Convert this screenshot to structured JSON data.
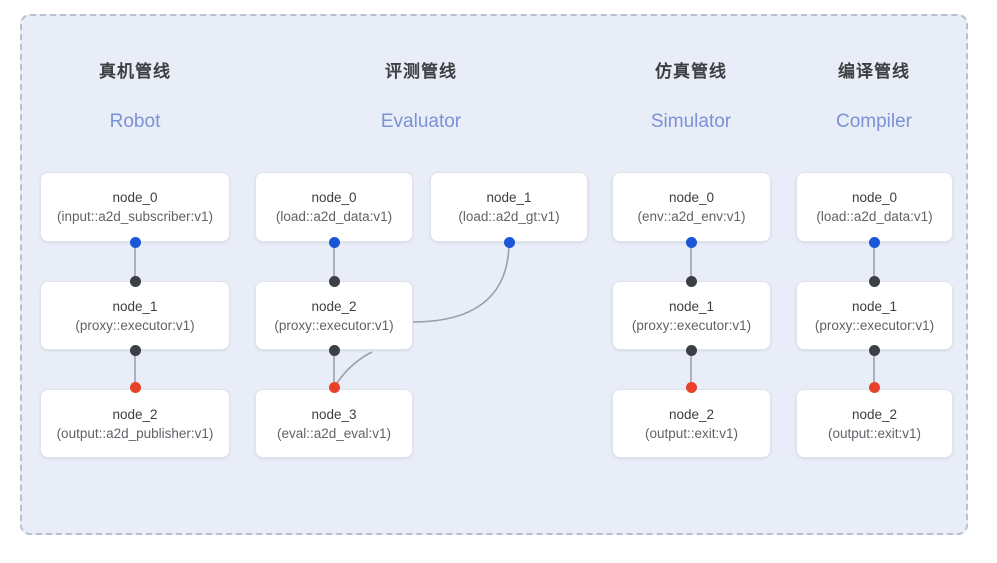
{
  "frame": {
    "border_style": "dashed",
    "border_color": "#b9bfcd",
    "background": "#e9edf8"
  },
  "palette": {
    "port_input": "#1a56d6",
    "port_mid": "#3c4043",
    "port_output": "#e8412a",
    "edge": "#9aa0ac",
    "header_zh": "#3c4043",
    "header_en": "#7b92d4",
    "node_bg": "#ffffff",
    "node_border": "#dfe3ea"
  },
  "columns": [
    {
      "id": "robot",
      "title_zh": "真机管线",
      "title_en": "Robot",
      "nodes": [
        {
          "name": "node_0",
          "kind": "(input::a2d_subscriber:v1)"
        },
        {
          "name": "node_1",
          "kind": "(proxy::executor:v1)"
        },
        {
          "name": "node_2",
          "kind": "(output::a2d_publisher:v1)"
        }
      ]
    },
    {
      "id": "evaluator",
      "title_zh": "评测管线",
      "title_en": "Evaluator",
      "nodes": [
        {
          "name": "node_0",
          "kind": "(load::a2d_data:v1)"
        },
        {
          "name": "node_2",
          "kind": "(proxy::executor:v1)"
        },
        {
          "name": "node_3",
          "kind": "(eval::a2d_eval:v1)"
        },
        {
          "name": "node_1",
          "kind": "(load::a2d_gt:v1)"
        }
      ]
    },
    {
      "id": "simulator",
      "title_zh": "仿真管线",
      "title_en": "Simulator",
      "nodes": [
        {
          "name": "node_0",
          "kind": "(env::a2d_env:v1)"
        },
        {
          "name": "node_1",
          "kind": "(proxy::executor:v1)"
        },
        {
          "name": "node_2",
          "kind": "(output::exit:v1)"
        }
      ]
    },
    {
      "id": "compiler",
      "title_zh": "编译管线",
      "title_en": "Compiler",
      "nodes": [
        {
          "name": "node_0",
          "kind": "(load::a2d_data:v1)"
        },
        {
          "name": "node_1",
          "kind": "(proxy::executor:v1)"
        },
        {
          "name": "node_2",
          "kind": "(output::exit:v1)"
        }
      ]
    }
  ]
}
